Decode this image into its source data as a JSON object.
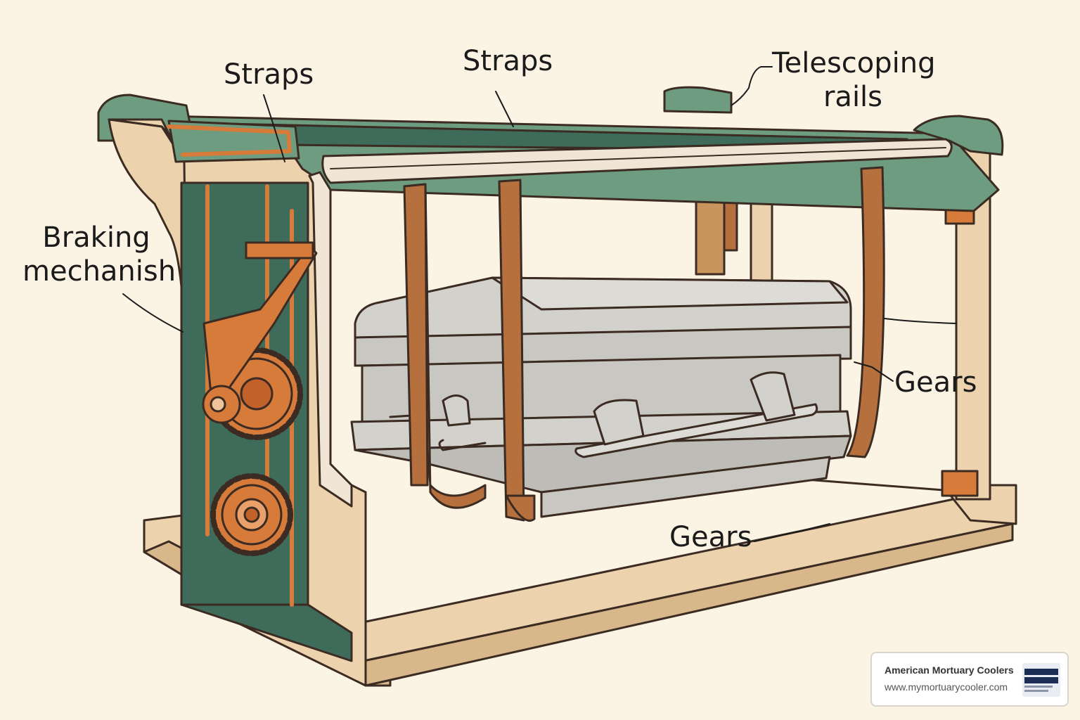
{
  "labels": {
    "straps_left": "Straps",
    "straps_top": "Straps",
    "telescoping_line1": "Telescoping",
    "telescoping_line2": "rails",
    "braking_line1": "Braking",
    "braking_line2": "mechanish",
    "gears_right": "Gears",
    "gears_bottom": "Gears"
  },
  "watermark": {
    "company": "American Mortuary Coolers",
    "url": "www.mymortuarycooler.com"
  },
  "colors": {
    "background": "#fbf3e3",
    "frame": "#ecd3ad",
    "frame_dark": "#d8b88a",
    "green": "#6e9c80",
    "green_dark": "#3f6b5a",
    "orange": "#d77b3b",
    "strap": "#b5703e",
    "casket": "#c8c7c1",
    "outline": "#3b2b22"
  }
}
